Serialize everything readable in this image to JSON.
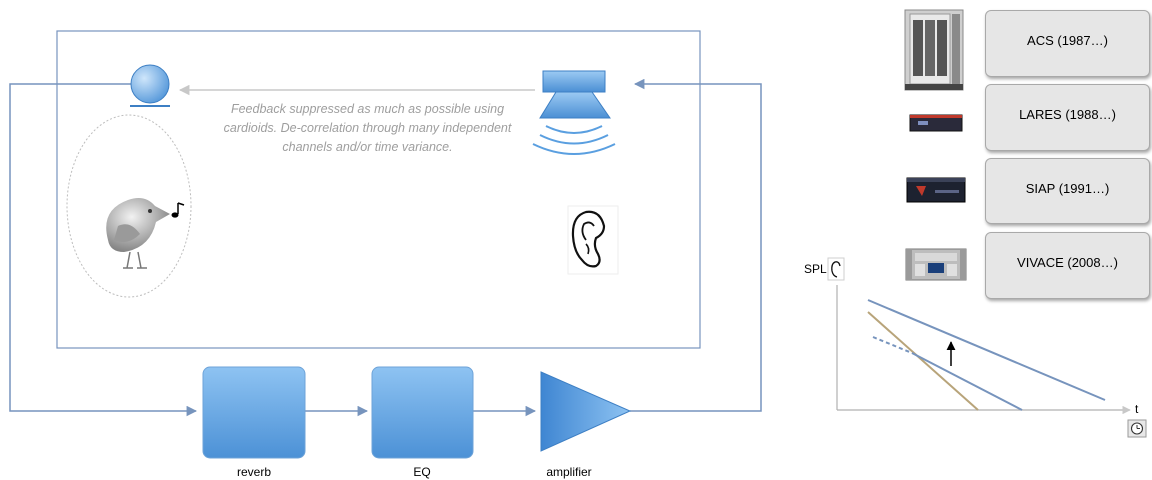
{
  "diagram": {
    "feedback_note": "Feedback suppressed as much as possible using cardioids. De-correlation through many independent channels and/or time variance.",
    "blocks": {
      "reverb": "reverb",
      "eq": "EQ",
      "amplifier": "amplifier"
    },
    "colors": {
      "line": "#7794bd",
      "block_fill": "#5a9fe0",
      "note_text": "#9e9e9e",
      "decay_orange": "#b8a47a"
    }
  },
  "systems": [
    {
      "label": "ACS (1987…)",
      "icon": "rack-cabinet-icon"
    },
    {
      "label": "LARES (1988…)",
      "icon": "rack-unit-red-icon"
    },
    {
      "label": "SIAP (1991…)",
      "icon": "rack-unit-black-icon"
    },
    {
      "label": "VIVACE (2008…)",
      "icon": "rack-unit-silver-icon"
    }
  ],
  "decay_plot": {
    "ylabel": "SPL",
    "xlabel": "t",
    "icons": [
      "ear-icon",
      "clock-icon"
    ]
  }
}
